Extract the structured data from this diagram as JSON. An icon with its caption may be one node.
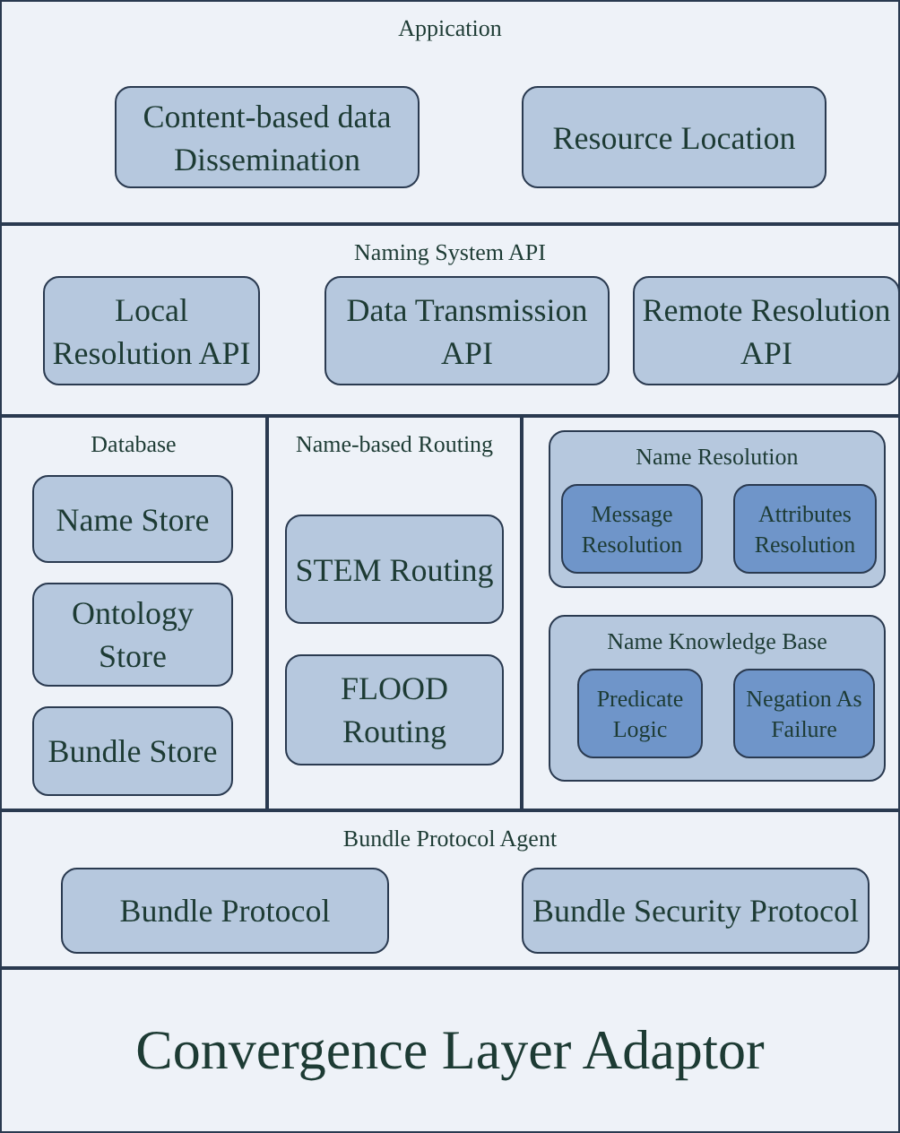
{
  "diagram": {
    "nodes": [
      {
        "text": [
          "Appication"
        ]
      },
      {
        "text": [
          "Content-based data Dissemination"
        ],
        "in": 0
      },
      {
        "text": [
          "Resource Location"
        ],
        "in": 0
      },
      {
        "text": [
          "Naming System API"
        ]
      },
      {
        "text": [
          "Local Resolution API"
        ],
        "in": 3
      },
      {
        "text": [
          "Data Transmission API"
        ],
        "in": 3
      },
      {
        "text": [
          "Remote Resolution API"
        ],
        "in": 3
      },
      {
        "text": [
          "Database"
        ]
      },
      {
        "text": [
          "Name Store"
        ],
        "in": 7
      },
      {
        "text": [
          "Ontology Store"
        ],
        "in": 7
      },
      {
        "text": [
          "Bundle Store"
        ],
        "in": 7
      },
      {
        "text": [
          "Name-based Routing"
        ]
      },
      {
        "text": [
          "STEM Routing"
        ],
        "in": 11
      },
      {
        "text": [
          "FLOOD Routing"
        ],
        "in": 11
      },
      {
        "text": [],
        "shape": "box"
      },
      {
        "text": [
          "Name Resolution"
        ],
        "in": 14
      },
      {
        "text": [
          "Message Resolution"
        ],
        "in": 15
      },
      {
        "text": [
          "Attributes Resolution"
        ],
        "in": 15
      },
      {
        "text": [
          "Name Knowledge Base"
        ],
        "in": 14
      },
      {
        "text": [
          "Predicate Logic"
        ],
        "in": 18
      },
      {
        "text": [
          "Negation As Failure"
        ],
        "in": 18
      },
      {
        "text": [
          "Bundle Protocol Agent"
        ]
      },
      {
        "text": [
          "Bundle Protocol"
        ],
        "in": 21
      },
      {
        "text": [
          "Bundle Security Protocol"
        ],
        "in": 21
      },
      {
        "text": [
          "Convergence Layer Adaptor"
        ]
      }
    ]
  }
}
